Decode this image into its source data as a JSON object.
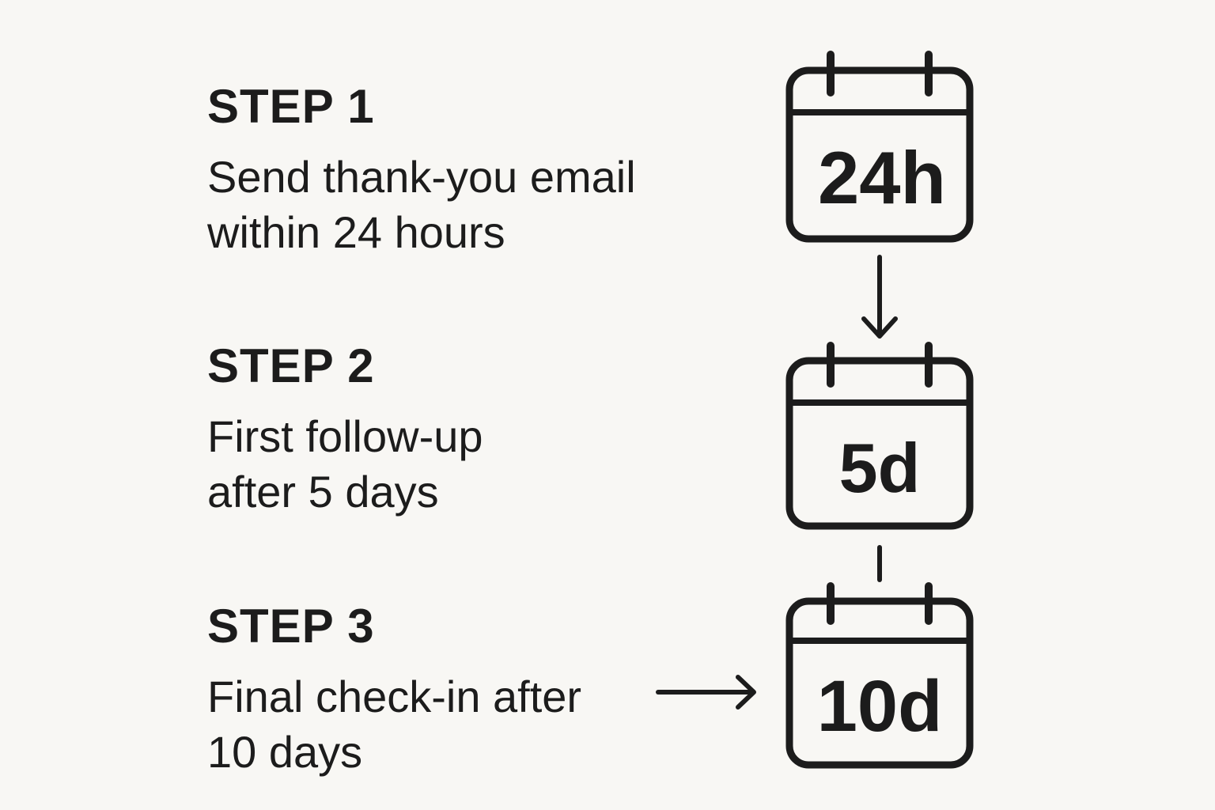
{
  "steps": [
    {
      "title": "STEP 1",
      "desc_line1": "Send thank-you email",
      "desc_line2": "within 24 hours",
      "calendar_label": "24h"
    },
    {
      "title": "STEP 2",
      "desc_line1": "First follow-up",
      "desc_line2": "after 5 days",
      "calendar_label": "5d"
    },
    {
      "title": "STEP 3",
      "desc_line1": "Final check-in after",
      "desc_line2": "10 days",
      "calendar_label": "10d"
    }
  ],
  "colors": {
    "background": "#f8f7f4",
    "ink": "#1c1c1c"
  },
  "icons": [
    "calendar-icon",
    "arrow-down-icon",
    "connector-line",
    "arrow-right-icon"
  ]
}
